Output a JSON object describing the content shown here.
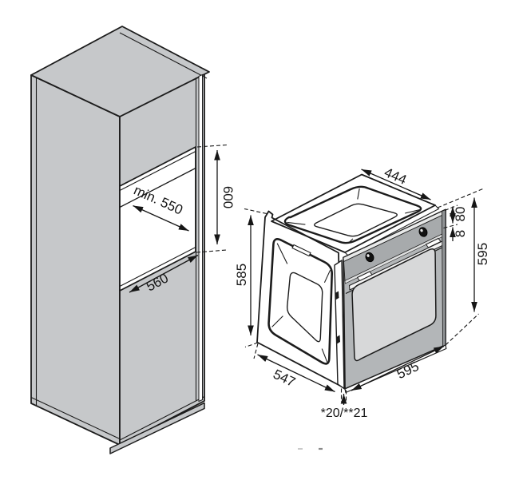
{
  "colors": {
    "background": "#ffffff",
    "line": "#1c1c1c",
    "cabinet_fill": "#c6c8ca",
    "oven_face_fill": "#b3b6b8",
    "control_panel_fill": "#a7aaac",
    "door_glass_fill": "#d7d8d9",
    "door_edge_dark": "#8f9294",
    "knob_fill": "#111111"
  },
  "dims": {
    "niche_depth": "min. 550",
    "niche_height": "600",
    "niche_width": "560",
    "oven_side_height": "585",
    "oven_top_width": "444",
    "control_panel_height": "80",
    "panel_gap": "8",
    "oven_front_height": "595",
    "oven_depth": "547",
    "oven_front_width": "595",
    "door_overhang": "*20/**21"
  }
}
